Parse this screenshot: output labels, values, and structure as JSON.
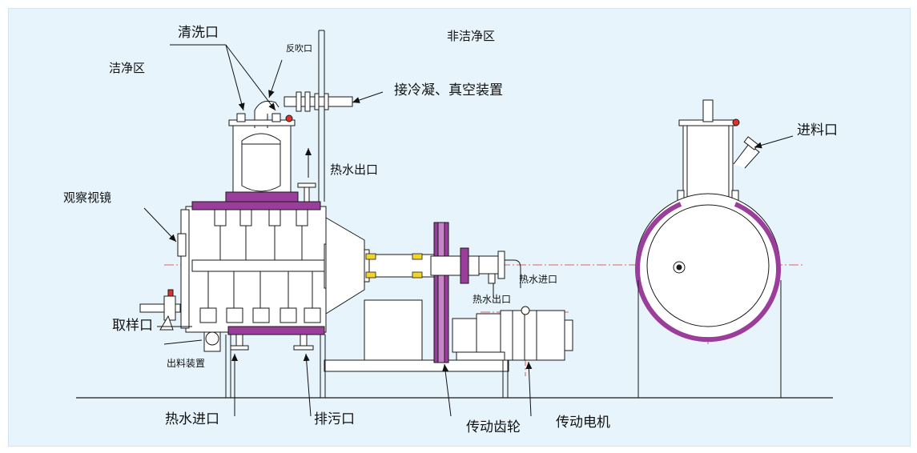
{
  "labels": {
    "clean_zone": "洁净区",
    "non_clean_zone": "非洁净区",
    "cleaning_port": "清洗口",
    "backflush_port": "反吹口",
    "condense_vacuum": "接冷凝、真空装置",
    "hot_water_outlet_top": "热水出口",
    "sight_glass": "观察视镜",
    "sampling_port": "取样口",
    "discharge_device": "出料装置",
    "hot_water_inlet_bottom": "热水进口",
    "drain_port": "排污口",
    "drive_gear": "传动齿轮",
    "drive_motor": "传动电机",
    "hot_water_inlet_shaft": "热水进口",
    "hot_water_outlet_shaft": "热水出口",
    "feed_port": "进料口"
  },
  "colors": {
    "background": "#e7f4fb",
    "line": "#1a1a1a",
    "accent": "#9b3d9b",
    "centerline": "#e0302a",
    "highlight": "#f2d42a"
  }
}
